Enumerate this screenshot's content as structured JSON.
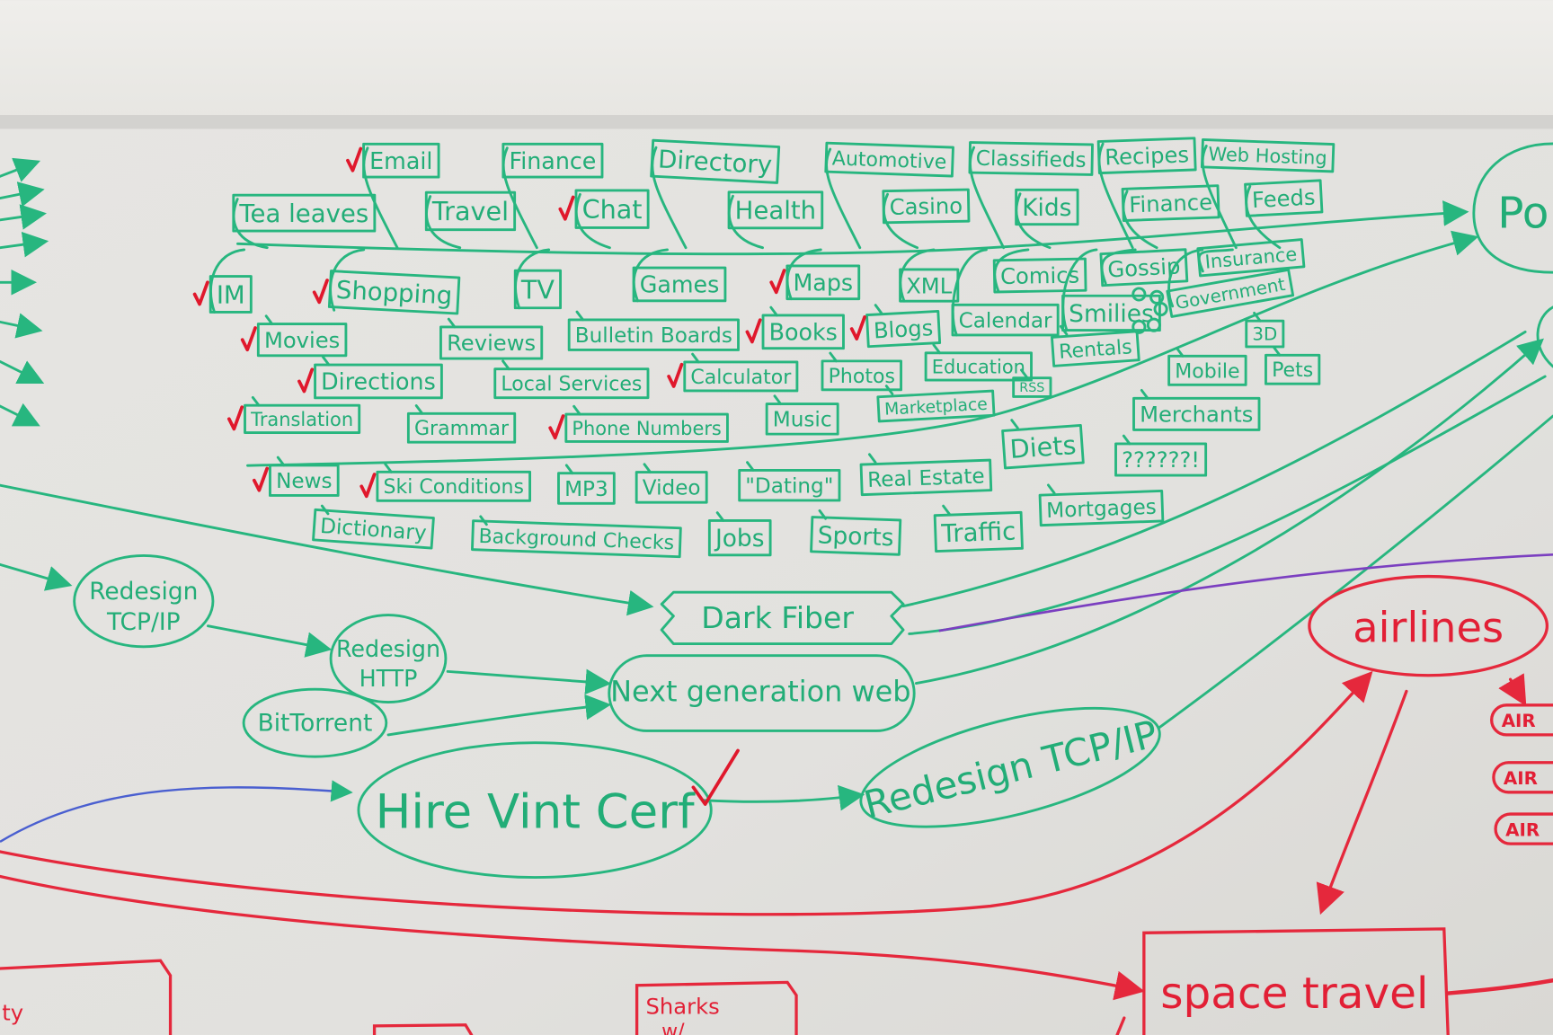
{
  "topics": [
    {
      "label": "Email",
      "checked": true
    },
    {
      "label": "Finance",
      "checked": false
    },
    {
      "label": "Directory",
      "checked": false
    },
    {
      "label": "Automotive",
      "checked": false
    },
    {
      "label": "Classifieds",
      "checked": false
    },
    {
      "label": "Recipes",
      "checked": false
    },
    {
      "label": "Web Hosting",
      "checked": false
    },
    {
      "label": "Tea leaves",
      "checked": false
    },
    {
      "label": "Travel",
      "checked": false
    },
    {
      "label": "Chat",
      "checked": true
    },
    {
      "label": "Health",
      "checked": false
    },
    {
      "label": "Casino",
      "checked": false
    },
    {
      "label": "Kids",
      "checked": false
    },
    {
      "label": "Finance",
      "checked": false
    },
    {
      "label": "Feeds",
      "checked": false
    },
    {
      "label": "IM",
      "checked": true
    },
    {
      "label": "Shopping",
      "checked": true
    },
    {
      "label": "TV",
      "checked": false
    },
    {
      "label": "Games",
      "checked": false
    },
    {
      "label": "Maps",
      "checked": true
    },
    {
      "label": "XML",
      "checked": false
    },
    {
      "label": "Comics",
      "checked": false
    },
    {
      "label": "Gossip",
      "checked": false
    },
    {
      "label": "Insurance",
      "checked": false
    },
    {
      "label": "Movies",
      "checked": true
    },
    {
      "label": "Reviews",
      "checked": false
    },
    {
      "label": "Bulletin Boards",
      "checked": false
    },
    {
      "label": "Books",
      "checked": true
    },
    {
      "label": "Blogs",
      "checked": true
    },
    {
      "label": "Calendar",
      "checked": false
    },
    {
      "label": "Smilies",
      "checked": false
    },
    {
      "label": "Government",
      "checked": false
    },
    {
      "label": "3D",
      "checked": false
    },
    {
      "label": "Directions",
      "checked": true
    },
    {
      "label": "Local Services",
      "checked": false
    },
    {
      "label": "Calculator",
      "checked": true
    },
    {
      "label": "Photos",
      "checked": false
    },
    {
      "label": "Education",
      "checked": false
    },
    {
      "label": "Rentals",
      "checked": false
    },
    {
      "label": "Mobile",
      "checked": false
    },
    {
      "label": "Pets",
      "checked": false
    },
    {
      "label": "RSS",
      "checked": false
    },
    {
      "label": "Translation",
      "checked": true
    },
    {
      "label": "Grammar",
      "checked": false
    },
    {
      "label": "Phone Numbers",
      "checked": true
    },
    {
      "label": "Music",
      "checked": false
    },
    {
      "label": "Marketplace",
      "checked": false
    },
    {
      "label": "Merchants",
      "checked": false
    },
    {
      "label": "Diets",
      "checked": false
    },
    {
      "label": "??????!",
      "checked": false
    },
    {
      "label": "News",
      "checked": true
    },
    {
      "label": "Ski Conditions",
      "checked": true
    },
    {
      "label": "MP3",
      "checked": false
    },
    {
      "label": "Video",
      "checked": false
    },
    {
      "label": "\"Dating\"",
      "checked": false
    },
    {
      "label": "Real Estate",
      "checked": false
    },
    {
      "label": "Mortgages",
      "checked": false
    },
    {
      "label": "Dictionary",
      "checked": false
    },
    {
      "label": "Background Checks",
      "checked": false
    },
    {
      "label": "Jobs",
      "checked": false
    },
    {
      "label": "Sports",
      "checked": false
    },
    {
      "label": "Traffic",
      "checked": false
    }
  ],
  "flow": {
    "redesign_tcpip_1": [
      "Redesign",
      "TCP/IP"
    ],
    "redesign_http": [
      "Redesign",
      "HTTP"
    ],
    "bittorrent": "BitTorrent",
    "dark_fiber": "Dark Fiber",
    "next_gen_web": "Next generation web",
    "hire_vint_cerf": "Hire Vint Cerf",
    "redesign_tcpip_2": "Redesign TCP/IP",
    "goal_partial": "Po"
  },
  "red": {
    "airlines": "airlines",
    "air_items": [
      "AIR",
      "AIR",
      "AIR"
    ],
    "space_travel": "space travel",
    "sharks": "Sharks",
    "sharks_line2": "w/",
    "left_partial": "ty"
  },
  "colors": {
    "green": "#27b67f",
    "red": "#e5283c",
    "purple": "#7b3fc0",
    "blue": "#4a5fd0"
  }
}
